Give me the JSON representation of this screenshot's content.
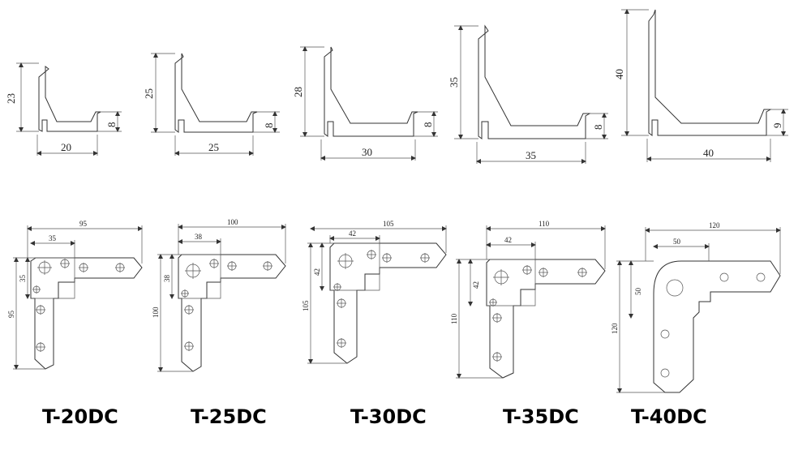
{
  "diagram": {
    "profiles": [
      {
        "model": "T-20DC",
        "height": "23",
        "lip": "8",
        "width": "20"
      },
      {
        "model": "T-25DC",
        "height": "25",
        "lip": "8",
        "width": "25"
      },
      {
        "model": "T-30DC",
        "height": "28",
        "lip": "8",
        "width": "30"
      },
      {
        "model": "T-35DC",
        "height": "35",
        "lip": "8",
        "width": "35"
      },
      {
        "model": "T-40DC",
        "height": "40",
        "lip": "9",
        "width": "40"
      }
    ],
    "corners": [
      {
        "model": "T-20DC",
        "length": "95",
        "inner": "35",
        "side": "95",
        "inner_side": "35"
      },
      {
        "model": "T-25DC",
        "length": "100",
        "inner": "38",
        "side": "100",
        "inner_side": "38"
      },
      {
        "model": "T-30DC",
        "length": "105",
        "inner": "42",
        "side": "105",
        "inner_side": "42"
      },
      {
        "model": "T-35DC",
        "length": "110",
        "inner": "42",
        "side": "110",
        "inner_side": "42"
      },
      {
        "model": "T-40DC",
        "length": "120",
        "inner": "50",
        "side": "120",
        "inner_side": "50"
      }
    ]
  }
}
